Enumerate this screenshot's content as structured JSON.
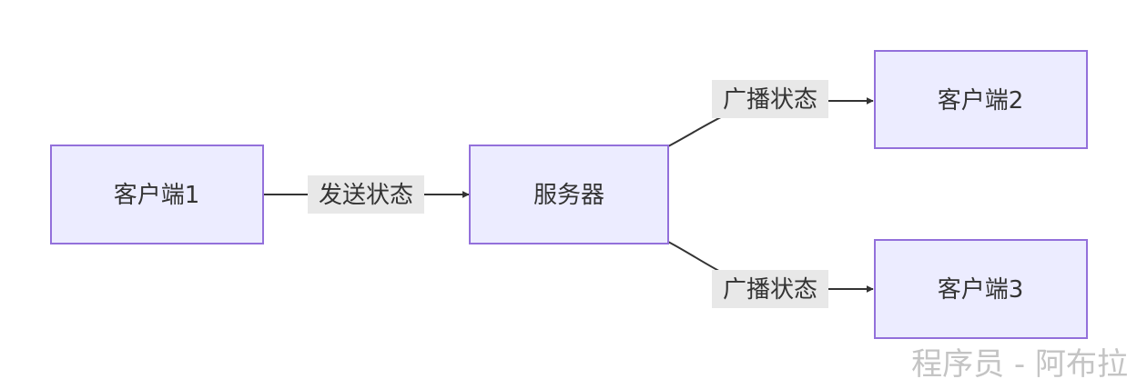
{
  "nodes": {
    "client1": "客户端1",
    "server": "服务器",
    "client2": "客户端2",
    "client3": "客户端3"
  },
  "edges": {
    "client1_to_server": "发送状态",
    "server_to_client2": "广播状态",
    "server_to_client3": "广播状态"
  },
  "watermark": "程序员 - 阿布拉",
  "colors": {
    "node_fill": "#ececff",
    "node_stroke": "#9370db",
    "edge": "#333333",
    "label_bg": "#e8e8e8",
    "watermark": "#c4c4c4"
  }
}
